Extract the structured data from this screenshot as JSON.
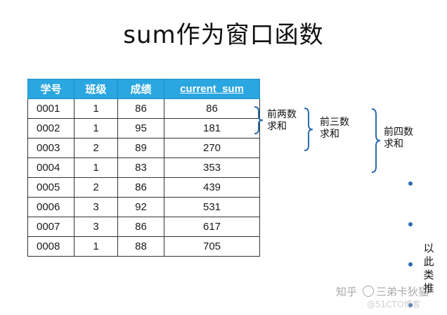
{
  "title": "sum作为窗口函数",
  "table": {
    "headers": [
      "学号",
      "班级",
      "成绩",
      "current_sum"
    ],
    "rows": [
      [
        "0001",
        "1",
        "86",
        "86"
      ],
      [
        "0002",
        "1",
        "95",
        "181"
      ],
      [
        "0003",
        "2",
        "89",
        "270"
      ],
      [
        "0004",
        "1",
        "83",
        "353"
      ],
      [
        "0005",
        "2",
        "86",
        "439"
      ],
      [
        "0006",
        "3",
        "92",
        "531"
      ],
      [
        "0007",
        "3",
        "86",
        "617"
      ],
      [
        "0008",
        "1",
        "88",
        "705"
      ]
    ]
  },
  "braces": [
    {
      "line1": "前两数",
      "line2": "求和"
    },
    {
      "line1": "前三数",
      "line2": "求和"
    },
    {
      "line1": "前四数",
      "line2": "求和"
    }
  ],
  "continuation": [
    "以",
    "此",
    "类",
    "推"
  ],
  "watermark": {
    "text1": "知乎",
    "text2": "三弟卡狄猫",
    "text3": "@51CTO博客"
  },
  "colors": {
    "header_bg": "#2aa6e0",
    "brace": "#2d6db0",
    "bullet": "#2d6db0"
  }
}
